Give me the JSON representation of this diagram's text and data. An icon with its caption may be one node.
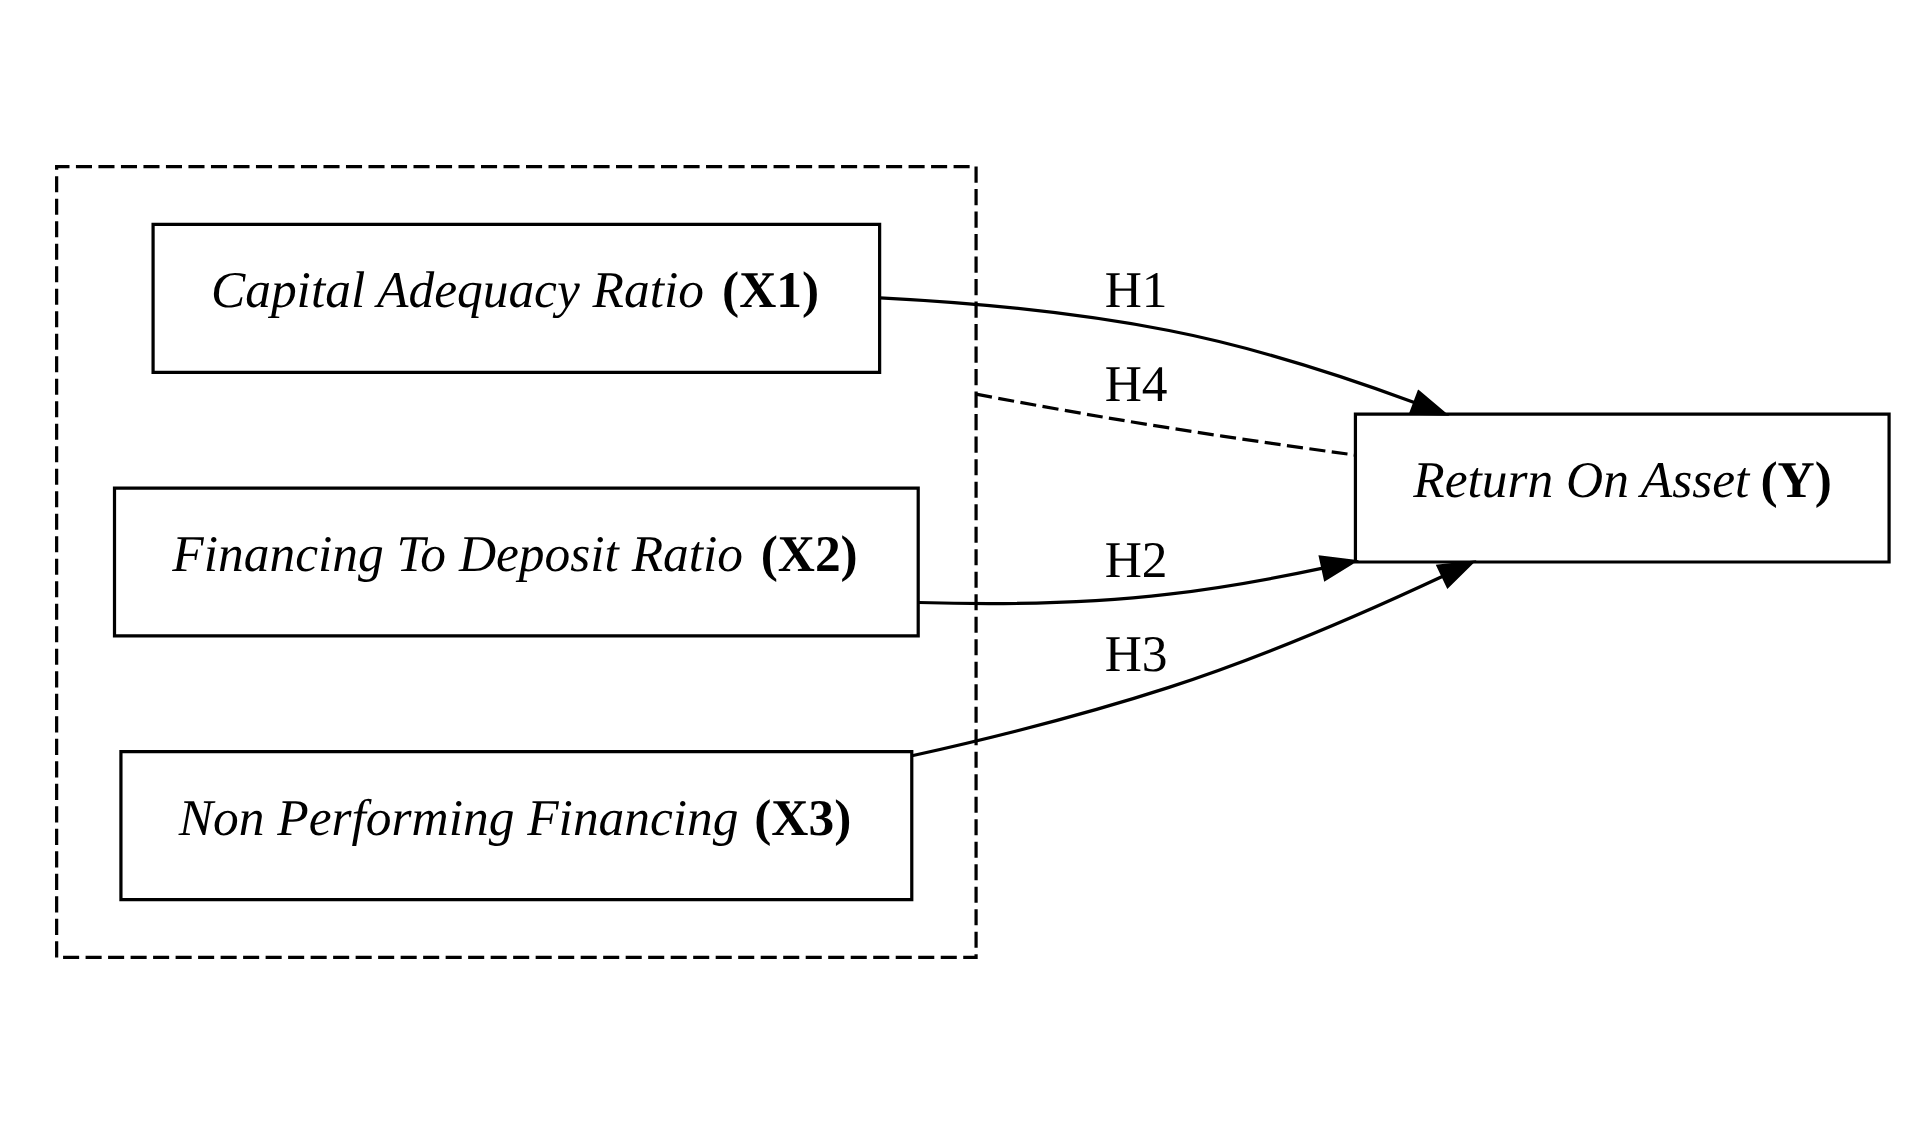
{
  "diagram": {
    "nodes": [
      {
        "text": [],
        "shape": "box"
      },
      {
        "text": [
          "*Capital Adequacy Ratio* **(X1)**"
        ],
        "in": 0
      },
      {
        "text": [
          "*Financing To Deposit Ratio* **(X2)**"
        ],
        "in": 0
      },
      {
        "text": [
          "*Non Performing Financing* **(X3)**"
        ],
        "in": 0
      },
      {
        "text": [
          "*Return On Asset* **(Y)**"
        ]
      }
    ],
    "edges": [
      {
        "from": 1,
        "to": 4,
        "arrow": "to",
        "label": "H1"
      },
      {
        "from": 2,
        "to": 4,
        "arrow": "to",
        "label": "H2"
      },
      {
        "from": 3,
        "to": 4,
        "arrow": "to",
        "label": "H3"
      },
      {
        "from": 0,
        "to": 4,
        "arrow": "none",
        "label": "H4",
        "style": "dashed"
      }
    ]
  }
}
